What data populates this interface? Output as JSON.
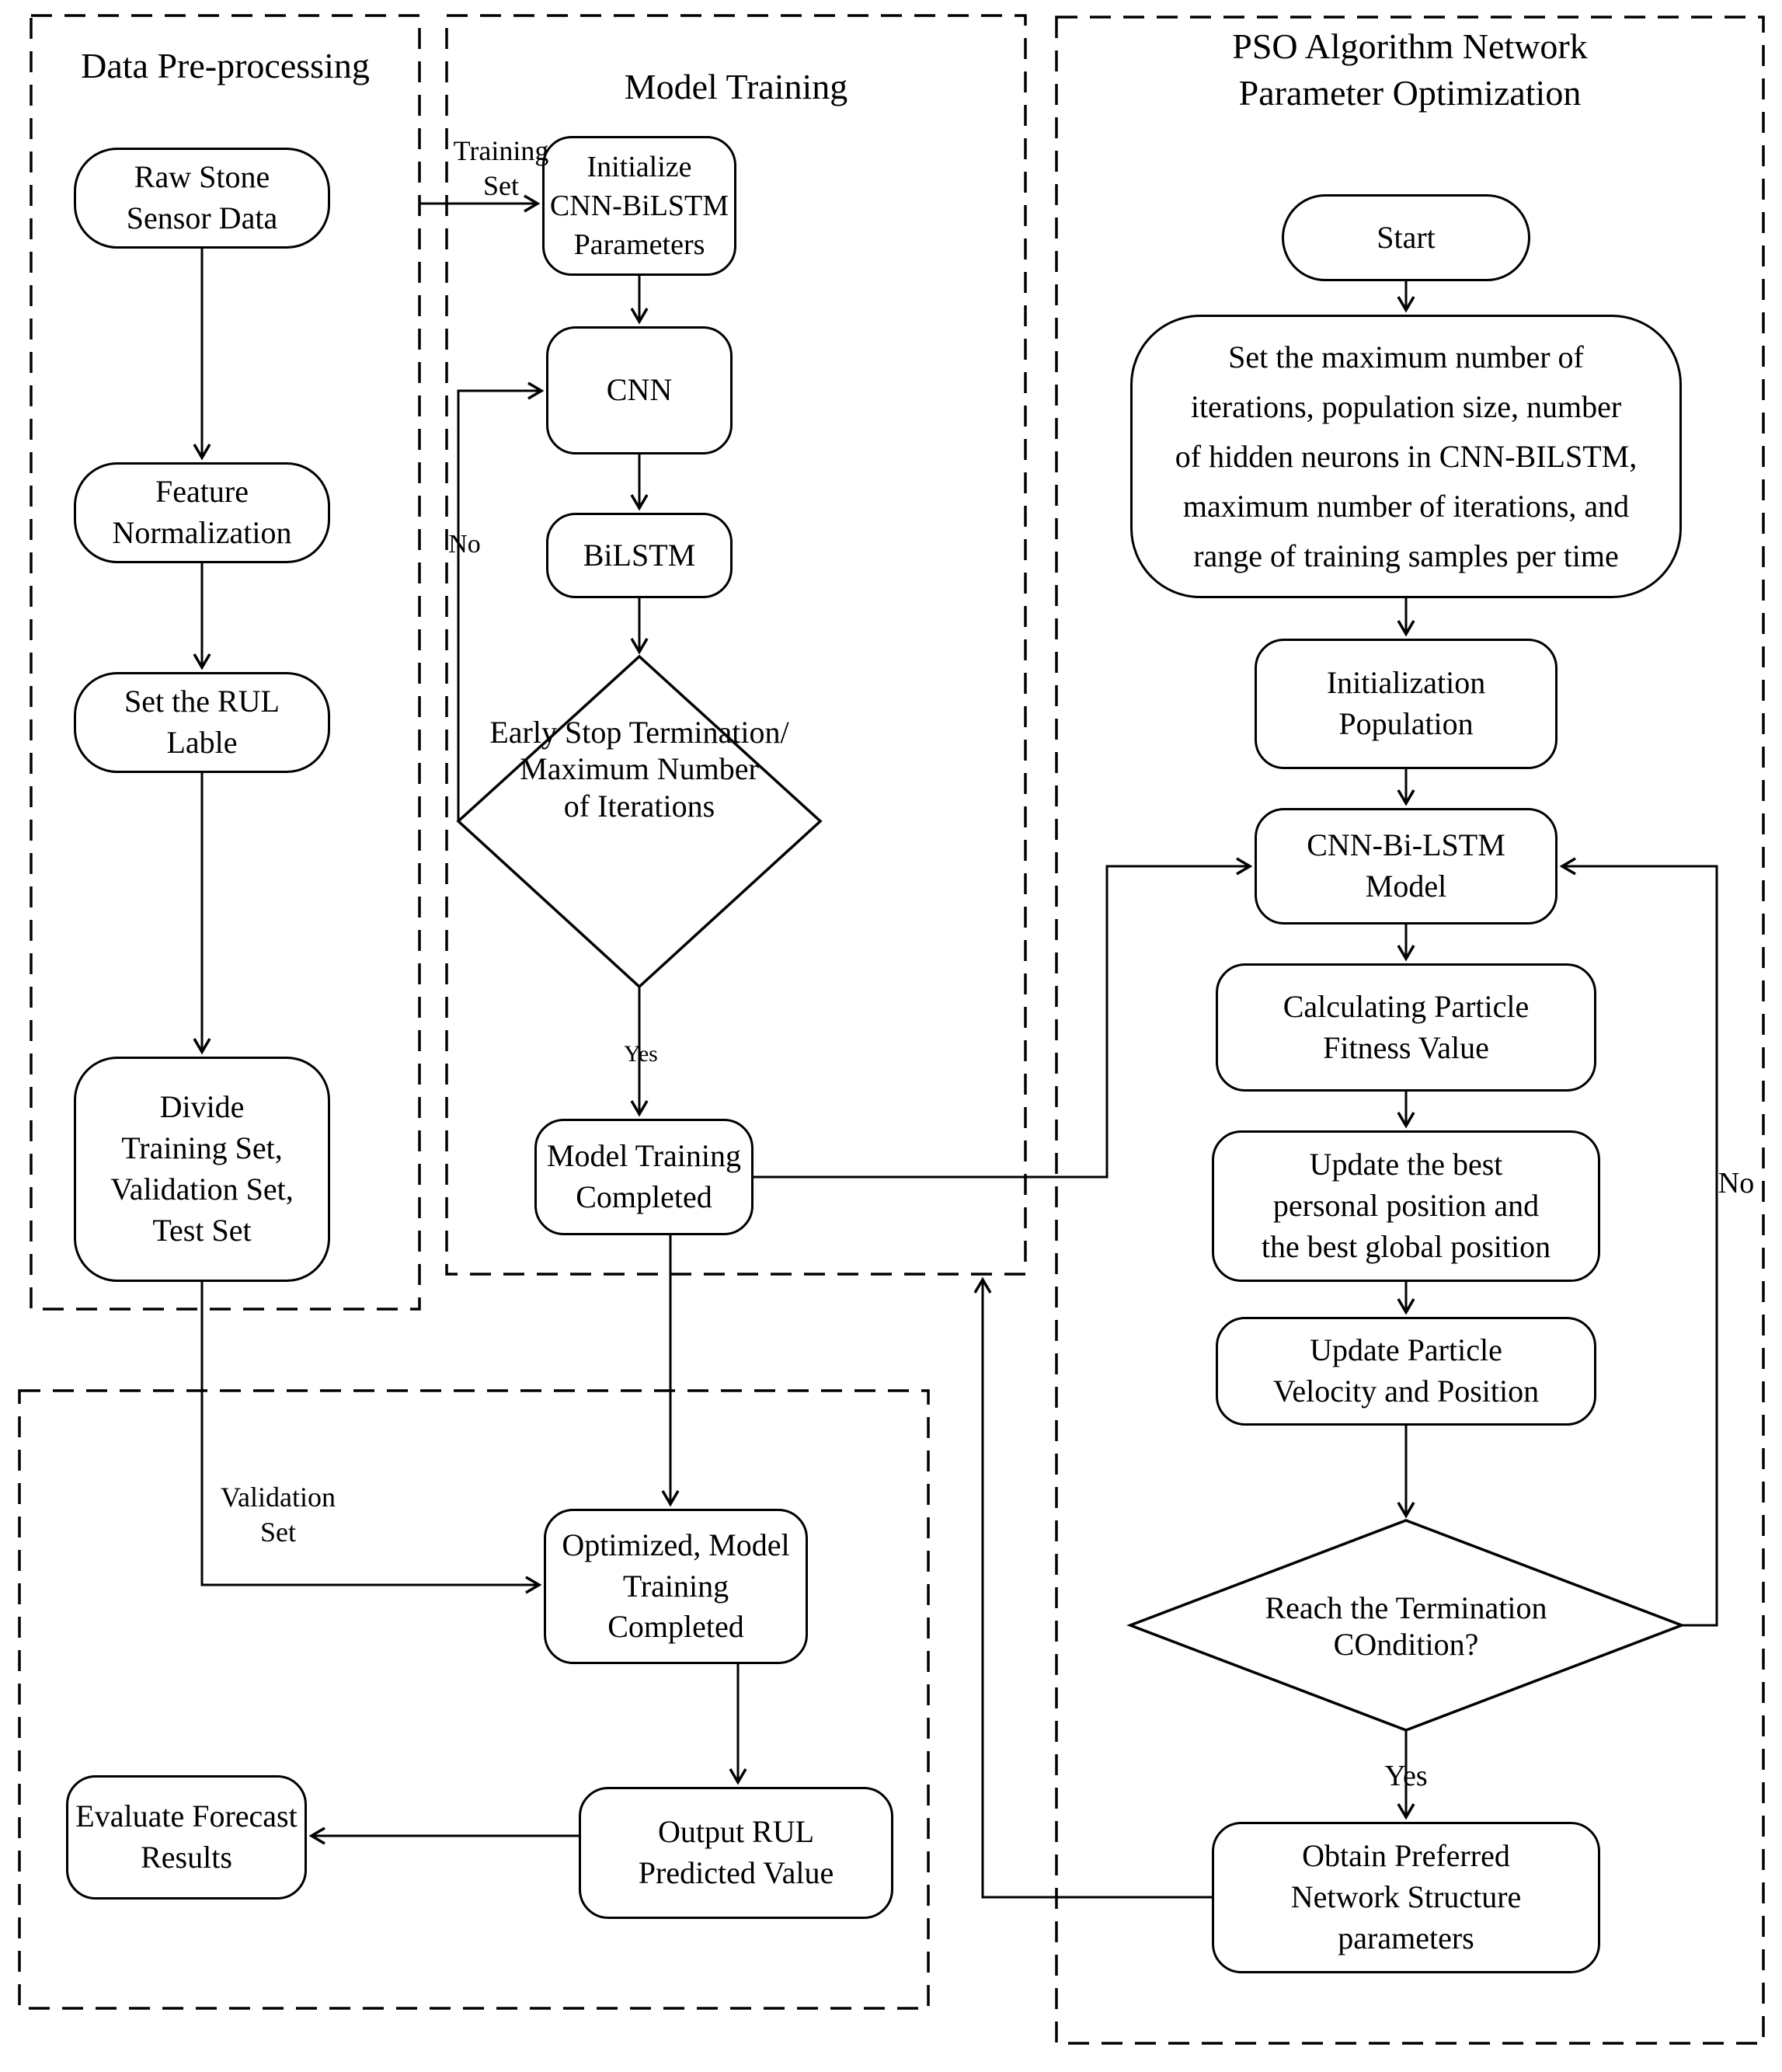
{
  "sections": {
    "preprocessing": {
      "title": "Data Pre-processing"
    },
    "training": {
      "title": "Model Training"
    },
    "pso": {
      "title": "PSO Algorithm Network\nParameter Optimization"
    },
    "evaluation": {
      "title": ""
    }
  },
  "nodes": {
    "raw_stone": "Raw Stone\nSensor Data",
    "feature_norm": "Feature\nNormalization",
    "set_rul": "Set the RUL\nLable",
    "divide": "Divide\nTraining Set,\nValidation Set,\nTest Set",
    "initialize": "Initialize\nCNN-BiLSTM\nParameters",
    "cnn": "CNN",
    "bilstm": "BiLSTM",
    "early_stop": "Early Stop Termination/\nMaximum Number\nof Iterations",
    "model_completed": "Model Training\nCompleted",
    "optimized": "Optimized, Model\nTraining\nCompleted",
    "output_rul": "Output RUL\nPredicted Value",
    "evaluate": "Evaluate Forecast\nResults",
    "start": "Start",
    "set_max": "Set the maximum number of\niterations, population size, number\nof hidden neurons in CNN-BILSTM,\nmaximum number of iterations, and\nrange of training samples per time",
    "init_pop": "Initialization\nPopulation",
    "cnn_bilstm_model": "CNN-Bi-LSTM\nModel",
    "calc_fitness": "Calculating Particle\nFitness Value",
    "update_best": "Update the best\npersonal position and\nthe best global position",
    "update_velocity": "Update Particle\nVelocity and Position",
    "termination": "Reach the Termination\nCOndition?",
    "obtain": "Obtain Preferred\nNetwork Structure\nparameters"
  },
  "labels": {
    "training_set": "Training\nSet",
    "validation_set": "Validation\nSet",
    "no_mid": "No",
    "yes_mid": "Yes",
    "no_pso": "No",
    "yes_pso": "Yes"
  },
  "colors": {
    "line": "#000000",
    "background": "#ffffff"
  }
}
